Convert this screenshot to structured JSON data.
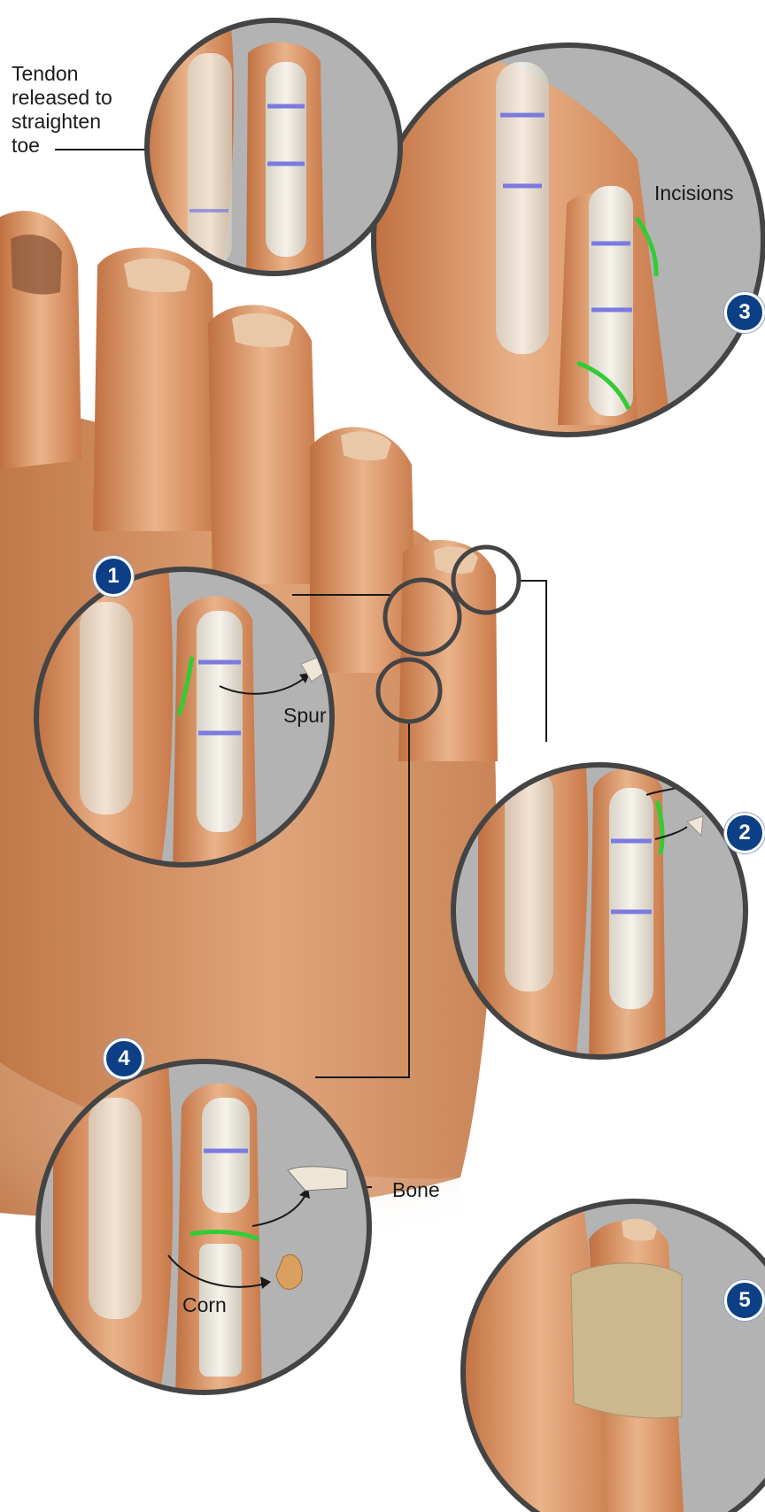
{
  "labels": {
    "tendon": [
      "Tendon",
      "released to",
      "straighten",
      "toe"
    ],
    "incisions": "Incisions",
    "spur": "Spur",
    "bone": "Bone",
    "corn": "Corn"
  },
  "steps": [
    "1",
    "2",
    "3",
    "4",
    "5"
  ],
  "colors": {
    "skin": "#d98c5c",
    "skin_light": "#eab38a",
    "inset_background": "#b3b3b3",
    "bone": "#eeeae2",
    "joint": "#7a7ae0",
    "incision": "#33cc33",
    "badge": "#0d3f86",
    "ring": "#444444",
    "bandage": "#cdb78d"
  },
  "icons": [
    "arrow-icon",
    "bone-fragment-icon",
    "corn-icon",
    "bandage-icon"
  ]
}
